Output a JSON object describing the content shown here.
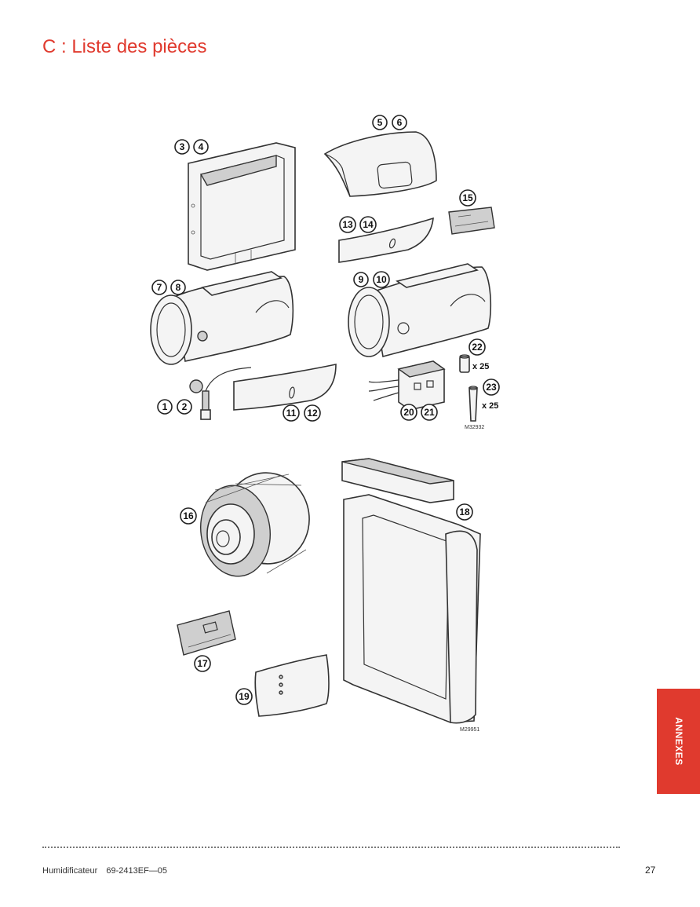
{
  "page": {
    "title": "C : Liste des pièces",
    "side_tab": "ANNEXES",
    "footer": {
      "product": "Humidificateur",
      "doc_number": "69-2413EF—05",
      "page_number": "27"
    }
  },
  "diagram": {
    "callouts": [
      "1",
      "2",
      "3",
      "4",
      "5",
      "6",
      "7",
      "8",
      "9",
      "10",
      "11",
      "12",
      "13",
      "14",
      "15",
      "16",
      "17",
      "18",
      "19",
      "20",
      "21",
      "22",
      "23"
    ],
    "quantities": {
      "part_22": "x 25",
      "part_23": "x 25"
    },
    "figure_refs": [
      "M32932",
      "M29951"
    ]
  },
  "colors": {
    "accent": "#e03a2e"
  }
}
